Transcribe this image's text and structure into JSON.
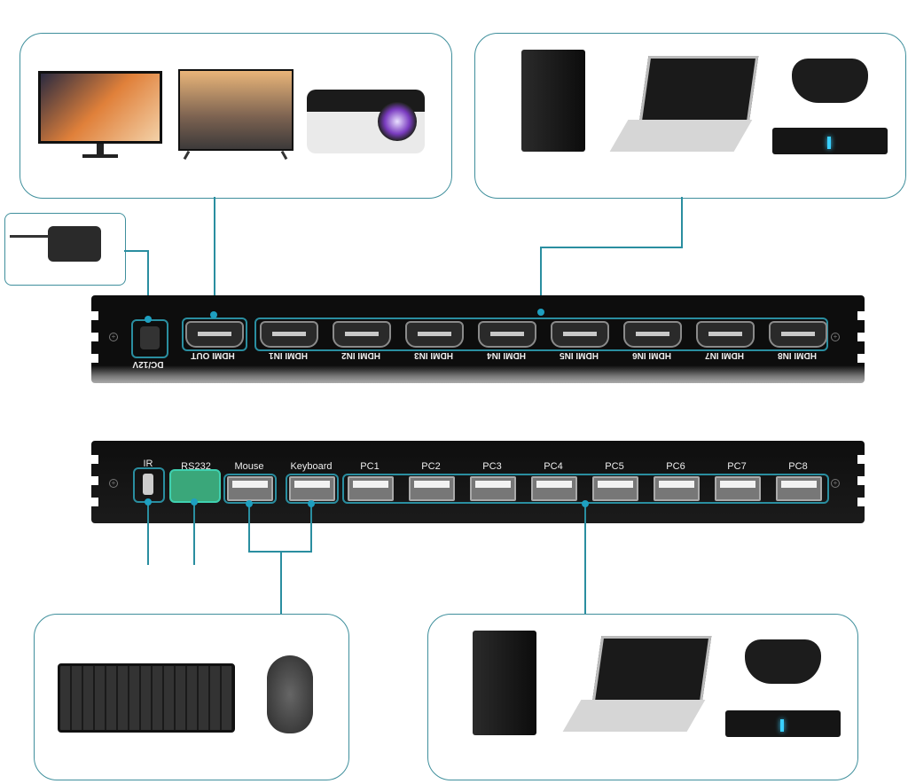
{
  "colors": {
    "accent": "#2a8ea0",
    "panel": "#121212"
  },
  "top_panel": {
    "power_label": "DC/12V",
    "output_label": "HDMI OUT",
    "inputs": [
      "HDMI IN1",
      "HDMI IN2",
      "HDMI IN3",
      "HDMI IN4",
      "HDMI IN5",
      "HDMI IN6",
      "HDMI IN7",
      "HDMI IN8"
    ]
  },
  "bottom_panel": {
    "ir_label": "IR",
    "rs232_label": "RS232",
    "mouse_label": "Mouse",
    "keyboard_label": "Keyboard",
    "pcs": [
      "PC1",
      "PC2",
      "PC3",
      "PC4",
      "PC5",
      "PC6",
      "PC7",
      "PC8"
    ]
  },
  "groups": {
    "displays": [
      "monitor-icon",
      "tv-icon",
      "projector-icon"
    ],
    "sources_top": [
      "pc-tower-icon",
      "laptop-icon",
      "game-console-icon"
    ],
    "peripherals": [
      "keyboard-icon",
      "mouse-icon"
    ],
    "sources_bottom": [
      "pc-tower-icon",
      "laptop-icon",
      "game-console-icon"
    ],
    "power": "power-adapter-icon"
  }
}
